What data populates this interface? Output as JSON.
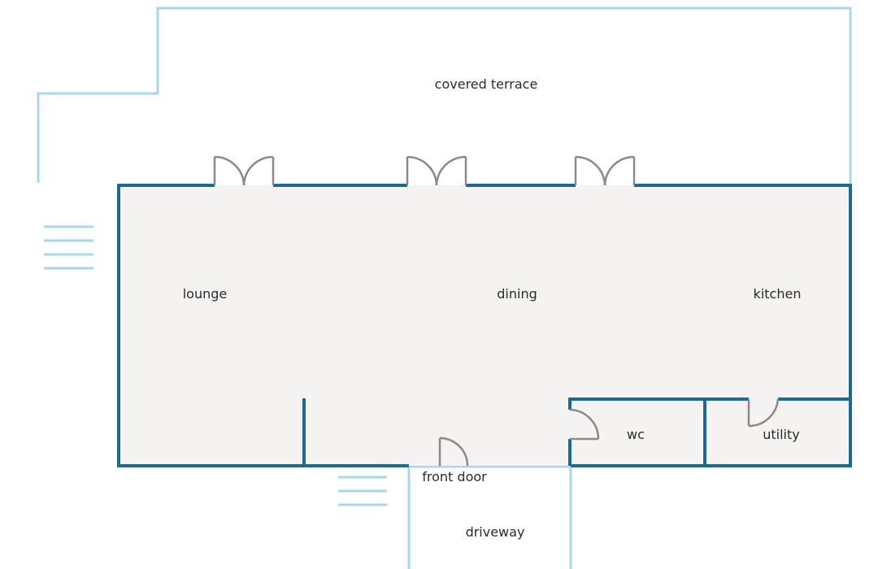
{
  "colors": {
    "wall": "#1b6a93",
    "outline": "#a9d6ea",
    "floor": "#f4f3f2",
    "door": "#8a8a8a",
    "label": "#2b2b2b"
  },
  "labels": {
    "covered_terrace": "covered terrace",
    "lounge": "lounge",
    "dining": "dining",
    "kitchen": "kitchen",
    "wc": "wc",
    "utility": "utility",
    "front_door": "front door",
    "driveway": "driveway"
  }
}
